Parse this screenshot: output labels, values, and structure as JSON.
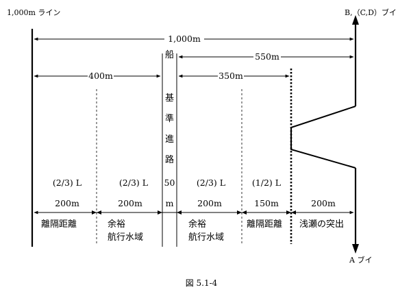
{
  "labels": {
    "line_1000": "1,000m ライン",
    "buoy_bcd": "B,（C,D）ブイ",
    "buoy_a": "A ブイ",
    "caption": "図 5.1-4"
  },
  "dimensions": {
    "total": "1,000m",
    "left": "400m",
    "right": "550m",
    "mid_right": "350m"
  },
  "channel": {
    "chars": [
      "船",
      "基",
      "準",
      "進",
      "路",
      "50",
      "m"
    ]
  },
  "ratios": [
    "(2/3) L",
    "(2/3) L",
    "(2/3) L",
    "(1/2) L"
  ],
  "segments": [
    "200m",
    "200m",
    "200m",
    "150m",
    "200m"
  ],
  "zones": {
    "z1": "離隔距離",
    "z2_line1": "余裕",
    "z2_line2": "航行水域",
    "z3_line1": "余裕",
    "z3_line2": "航行水域",
    "z4": "離隔距離",
    "z5": "浅瀬の突出"
  }
}
